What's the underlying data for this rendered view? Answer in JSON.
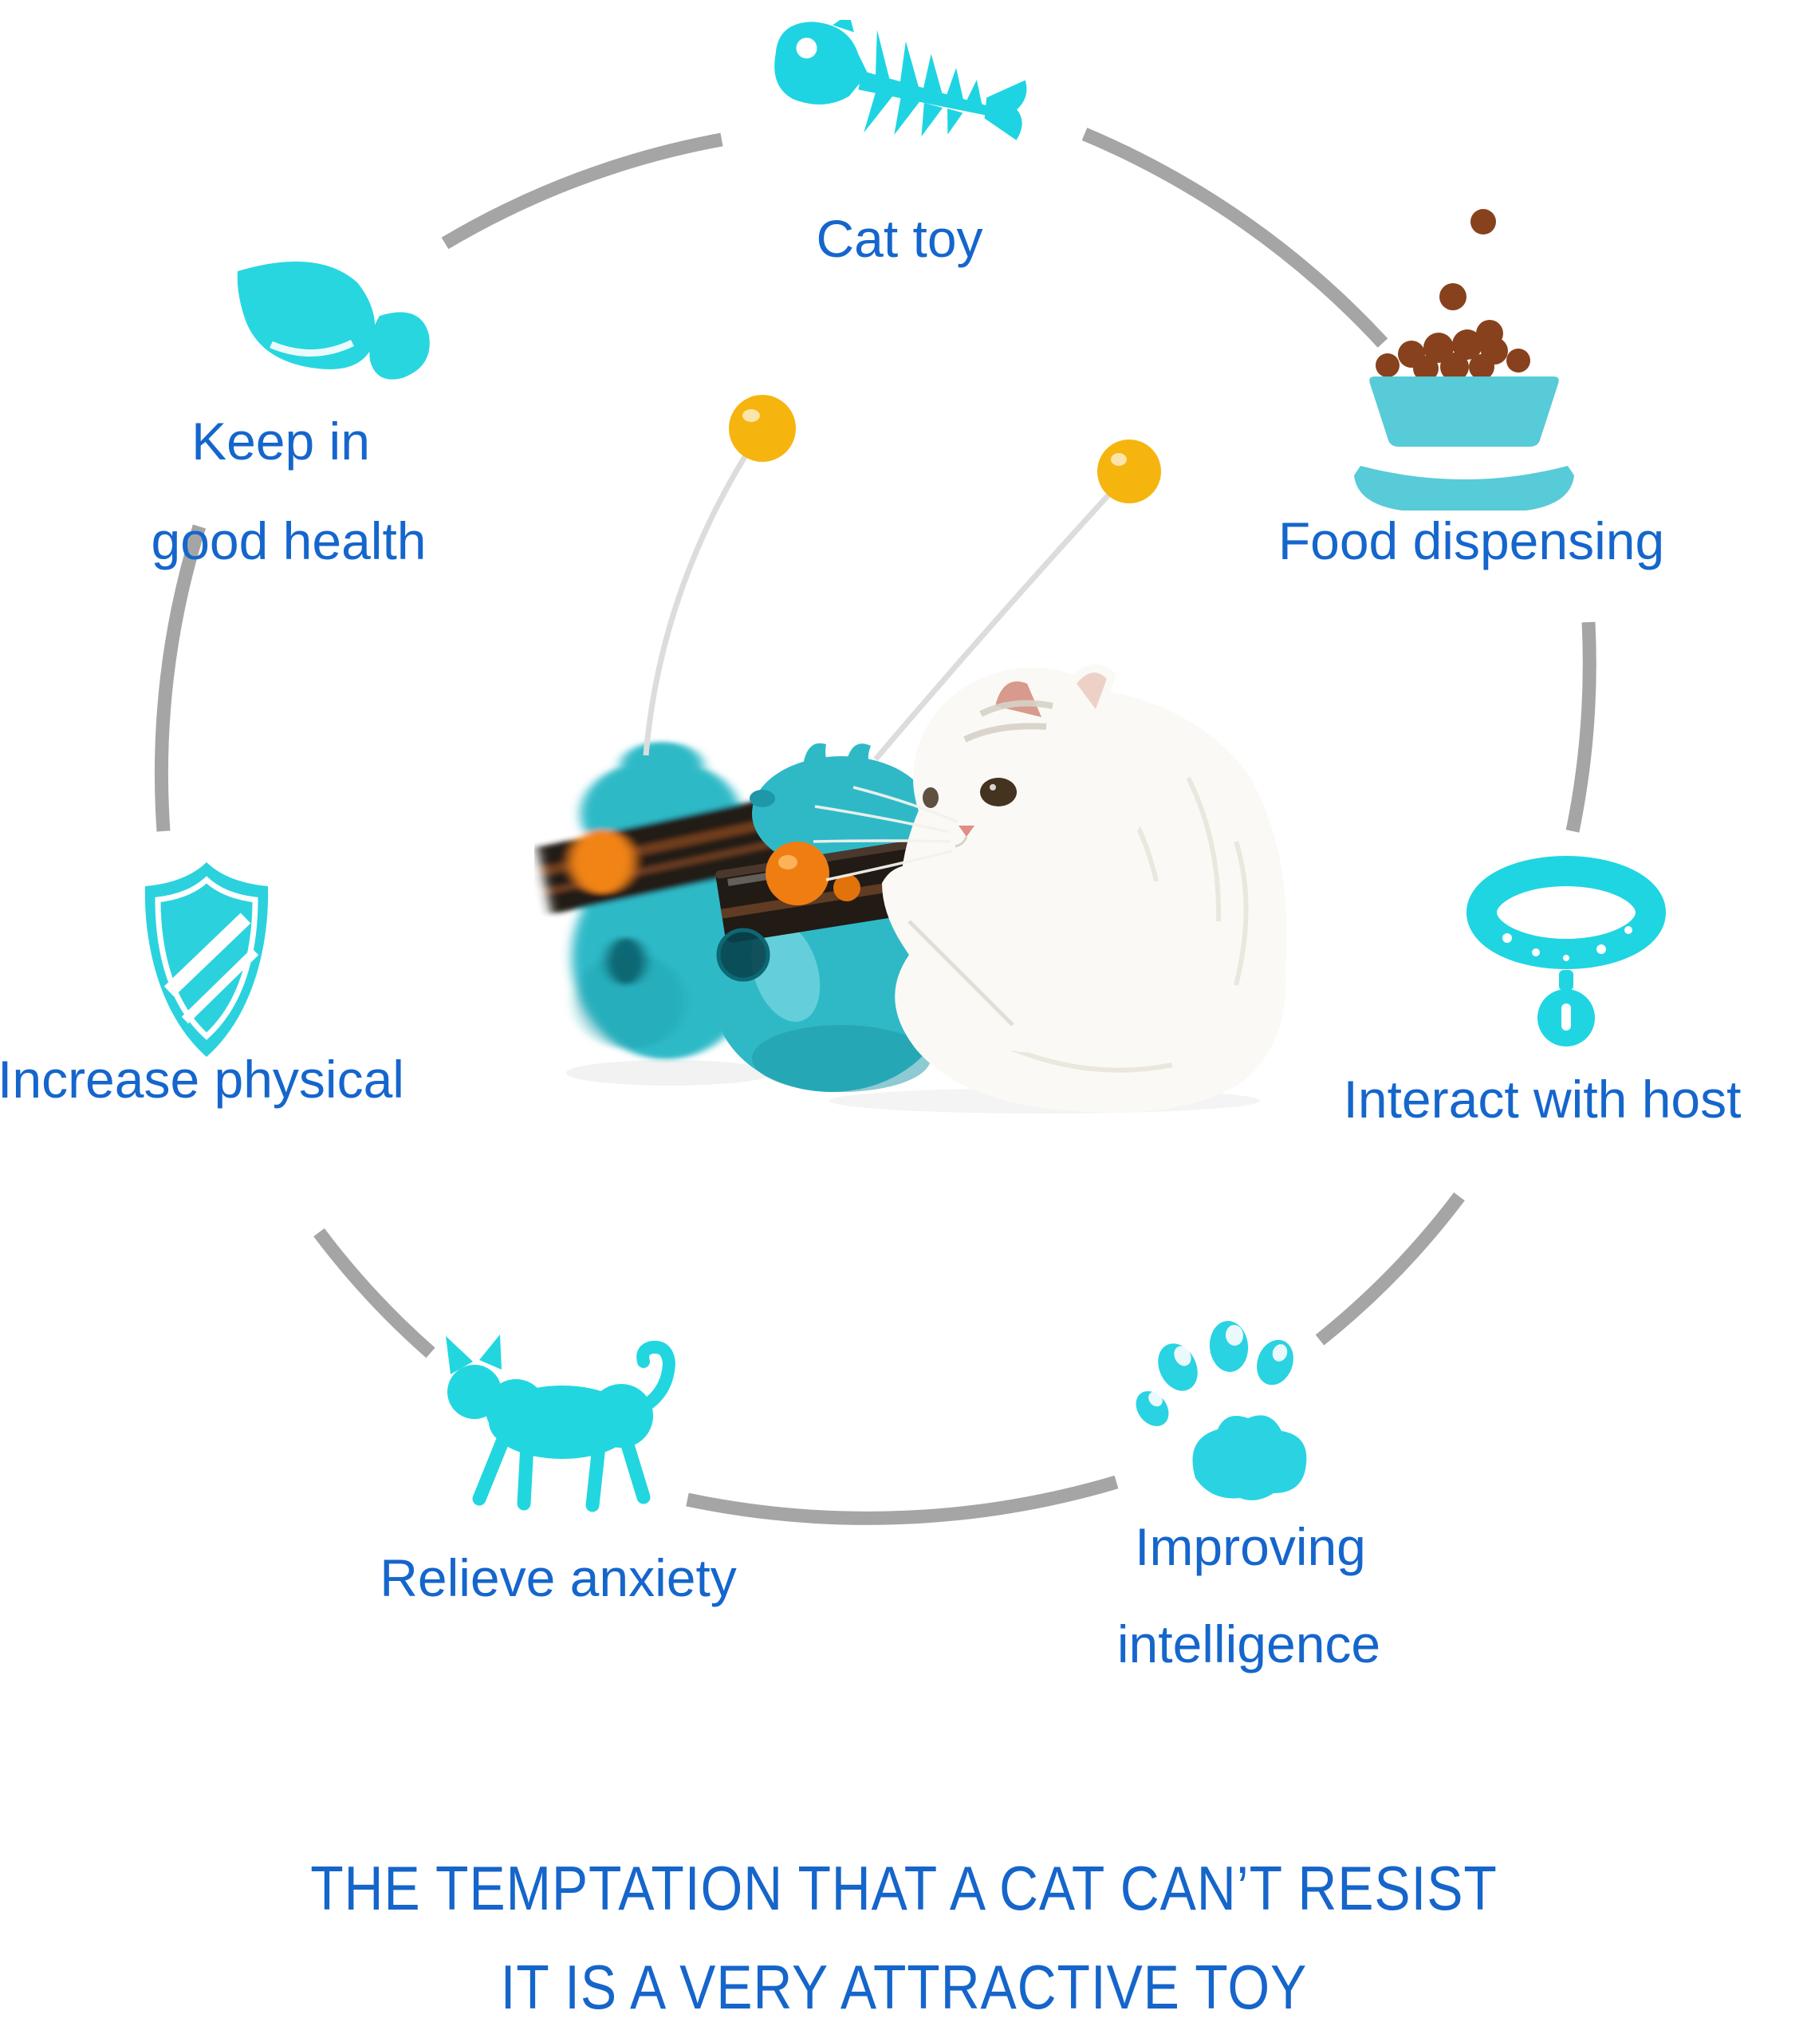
{
  "headline": {
    "line1": "THE TEMPTATION THAT A CAT CAN’T RESIST",
    "line2": "IT IS A VERY ATTRACTIVE TOY"
  },
  "features": {
    "cat_toy": {
      "label": "Cat toy",
      "icon": "fishbone-icon"
    },
    "keep_in_good_health": {
      "line1": "Keep in",
      "line2": "good health",
      "icon": "leaf-icon"
    },
    "food_dispensing": {
      "label": "Food dispensing",
      "icon": "food-bowl-icon"
    },
    "increase_physical": {
      "label": "Increase physical",
      "icon": "shield-icon"
    },
    "interact_with_host": {
      "label": "Interact with host",
      "icon": "collar-icon"
    },
    "relieve_anxiety": {
      "label": "Relieve anxiety",
      "icon": "cat-silhouette-icon"
    },
    "improving_intelligence": {
      "line1": "Improving",
      "line2": "intelligence",
      "icon": "paw-icon"
    }
  },
  "colors": {
    "feature_text_blue": "#1566cc",
    "headline_blue": "#1565cb",
    "icon_cyan": "#24d3e0",
    "bowl_teal": "#57cbd8",
    "kibble_brown": "#87411d",
    "arc_gray": "#9d9d9d",
    "toy_teal": "#2fb9c7",
    "wand_ball_yellow": "#f6b40e",
    "inner_ball_orange": "#f07d12",
    "cat_fur_white": "#fbf9f5"
  }
}
